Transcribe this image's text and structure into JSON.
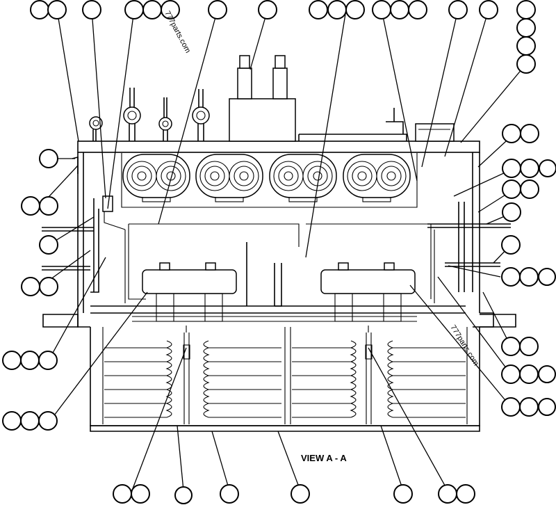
{
  "diagram": {
    "view_label": "VIEW A - A",
    "watermarks": [
      "777parts.com",
      "777parts.com"
    ]
  }
}
